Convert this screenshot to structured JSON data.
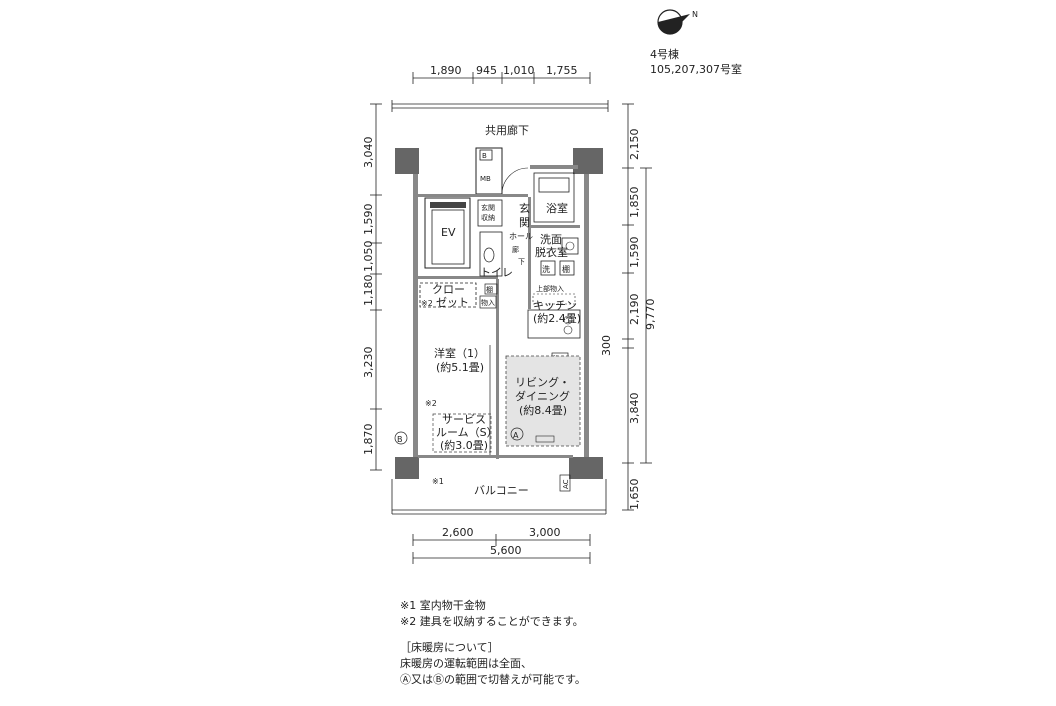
{
  "compass": {
    "north_label": "N"
  },
  "building": {
    "building_label": "4号棟",
    "rooms_label": "105,207,307号室"
  },
  "dims_top": [
    "1,890",
    "945",
    "1,010",
    "1,755"
  ],
  "dims_bottom": {
    "left": "2,600",
    "right": "3,000",
    "total": "5,600"
  },
  "dims_left": [
    "3,040",
    "1,590",
    "1,050",
    "1,180",
    "3,230",
    "1,870"
  ],
  "dims_right": [
    "2,150",
    "1,850",
    "1,590",
    "2,190",
    "300",
    "3,840",
    "1,650"
  ],
  "dims_right_total": "9,770",
  "rooms": {
    "corridor": "共用廊下",
    "mb_b": "B",
    "mb": "MB",
    "bath": "浴室",
    "entrance_1": "玄",
    "entrance_2": "関",
    "entrance_storage_1": "玄関",
    "entrance_storage_2": "収納",
    "hall": "ホール",
    "washroom_1": "洗面",
    "washroom_2": "脱衣室",
    "wash_mark": "洗",
    "shelf_mark": "棚",
    "ev": "EV",
    "toilet": "トイレ",
    "toilet_shelf": "棚",
    "hallway_1": "廊",
    "hallway_2": "下",
    "upper_storage": "上部物入",
    "closet_1": "クロー",
    "closet_2": "ゼット",
    "closet_note": "※2",
    "storage_1": "物入",
    "kitchen_1": "キッチン",
    "kitchen_2": "(約2.4畳)",
    "storage_2": "物入",
    "western_1": "洋室（1）",
    "western_2": "(約5.1畳)",
    "living_1": "リビング・",
    "living_2": "ダイニング",
    "living_3": "(約8.4畳)",
    "service_note": "※2",
    "service_1": "サービス",
    "service_2": "ルーム（S）",
    "service_3": "(約3.0畳)",
    "balcony": "バルコニー",
    "balcony_note": "※1",
    "ac": "AC",
    "zone_a": "A",
    "zone_b": "B"
  },
  "notes": [
    "※1 室内物干金物",
    "※2 建具を収納することができます。",
    "［床暖房について］",
    "床暖房の運転範囲は全面、",
    "Ⓐ又はⒷの範囲で切替えが可能です。"
  ]
}
